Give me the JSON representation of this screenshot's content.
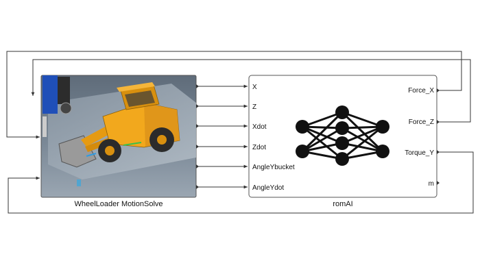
{
  "blocks": {
    "motion_solve": {
      "caption": "WheelLoader MotionSolve"
    },
    "rom_ai": {
      "caption": "romAI",
      "inputs": [
        "X",
        "Z",
        "Xdot",
        "Zdot",
        "AngleYbucket",
        "AngleYdot"
      ],
      "outputs": [
        "Force_X",
        "Force_Z",
        "Torque_Y",
        "m"
      ]
    }
  },
  "colors": {
    "line": "#333333",
    "block_border": "#555555",
    "loader_body": "#f2a81d",
    "loader_dark": "#3a3a3a",
    "scene_bg": "#6c7a88",
    "node": "#111111"
  },
  "icons": [
    "wheel-loader-image",
    "neural-network-icon"
  ]
}
